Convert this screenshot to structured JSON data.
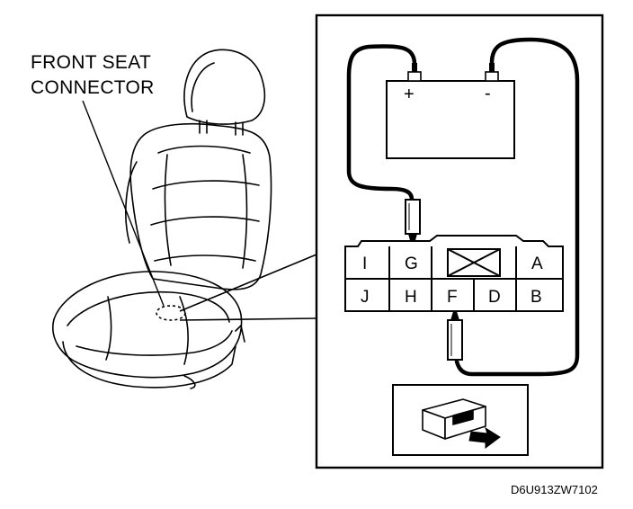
{
  "callout": {
    "line1": "FRONT SEAT",
    "line2": "CONNECTOR"
  },
  "battery": {
    "positive": "+",
    "negative": "-"
  },
  "connector": {
    "top_row": [
      "I",
      "G",
      "",
      "A"
    ],
    "bottom_row": [
      "J",
      "H",
      "F",
      "D",
      "B"
    ]
  },
  "figure_code": "D6U913ZW7102"
}
